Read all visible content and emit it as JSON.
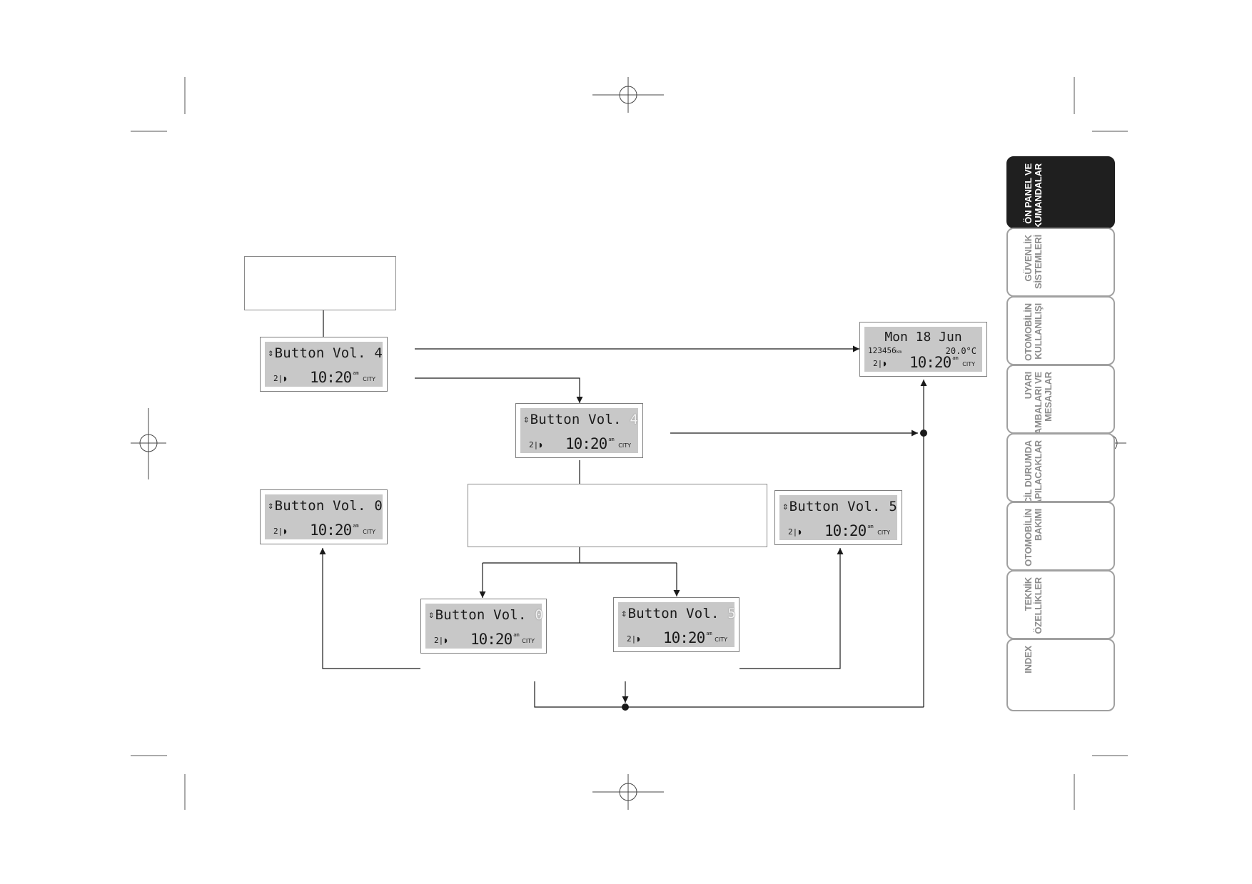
{
  "displays": {
    "main": {
      "line1": "Button Vol.",
      "value": "4",
      "fuel": "2|◗",
      "clock": "10:20",
      "ampm": "am",
      "mode": "CITY"
    },
    "adjust": {
      "line1": "Button Vol.",
      "value": "4",
      "fuel": "2|◗",
      "clock": "10:20",
      "ampm": "am",
      "mode": "CITY"
    },
    "min_set": {
      "line1": "Button Vol.",
      "value": "0",
      "fuel": "2|◗",
      "clock": "10:20",
      "ampm": "am",
      "mode": "CITY"
    },
    "max_set": {
      "line1": "Button Vol.",
      "value": "5",
      "fuel": "2|◗",
      "clock": "10:20",
      "ampm": "am",
      "mode": "CITY"
    },
    "min_blink": {
      "line1": "Button Vol.",
      "value": "0",
      "fuel": "2|◗",
      "clock": "10:20",
      "ampm": "am",
      "mode": "CITY"
    },
    "max_blink": {
      "line1": "Button Vol.",
      "value": "5",
      "fuel": "2|◗",
      "clock": "10:20",
      "ampm": "am",
      "mode": "CITY"
    },
    "standard": {
      "date": "Mon 18 Jun",
      "odometer": "123456",
      "odometer_unit": "km",
      "temperature": "20.0°C",
      "fuel": "2|◗",
      "clock": "10:20",
      "ampm": "am",
      "mode": "CITY"
    }
  },
  "icons": {
    "updown": "up-down-arrow-icon",
    "fuel": "fuel-gauge-icon"
  },
  "side_tabs": [
    {
      "label": "ÖN PANEL VE\nKUMANDALAR",
      "active": true
    },
    {
      "label": "GÜVENLİK\nSİSTEMLERİ",
      "active": false
    },
    {
      "label": "OTOMOBİLİN\nKULLANILIŞI",
      "active": false
    },
    {
      "label": "UYARI\nLAMBALARI VE\nMESAJLAR",
      "active": false
    },
    {
      "label": "ACİL DURUMDA\nYAPILACAKLAR",
      "active": false
    },
    {
      "label": "OTOMOBİLİN\nBAKIMI",
      "active": false
    },
    {
      "label": "TEKNİK\nÖZELLİKLER",
      "active": false
    },
    {
      "label": "INDEX",
      "active": false
    }
  ],
  "colors": {
    "line": "#1a1a1a",
    "lcd_bg": "#c8c8c8",
    "tab_active": "#1f1f1f",
    "tab_border": "#a0a0a0"
  }
}
